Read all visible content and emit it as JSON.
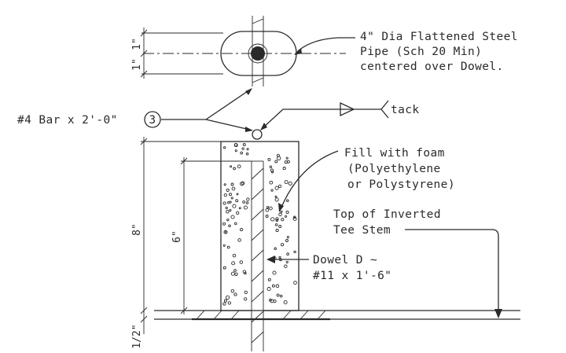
{
  "notes": {
    "pipe": [
      "4\" Dia Flattened Steel",
      "Pipe (Sch 20 Min)",
      "centered over Dowel."
    ],
    "bar": "#4 Bar x 2'-0\"",
    "bar_callout": "3",
    "weld": "tack",
    "fill": [
      "Fill with foam",
      "(Polyethylene",
      "or Polystyrene)"
    ],
    "stem": [
      "Top of Inverted",
      "Tee Stem"
    ],
    "dowel": [
      "Dowel D ~",
      "#11 x 1'-6\""
    ]
  },
  "dimensions": {
    "pipe_top": "1\"",
    "pipe_bottom": "1\"",
    "block_height": "8\"",
    "dowel_embed": "6\"",
    "base_gap": "1/2\""
  }
}
